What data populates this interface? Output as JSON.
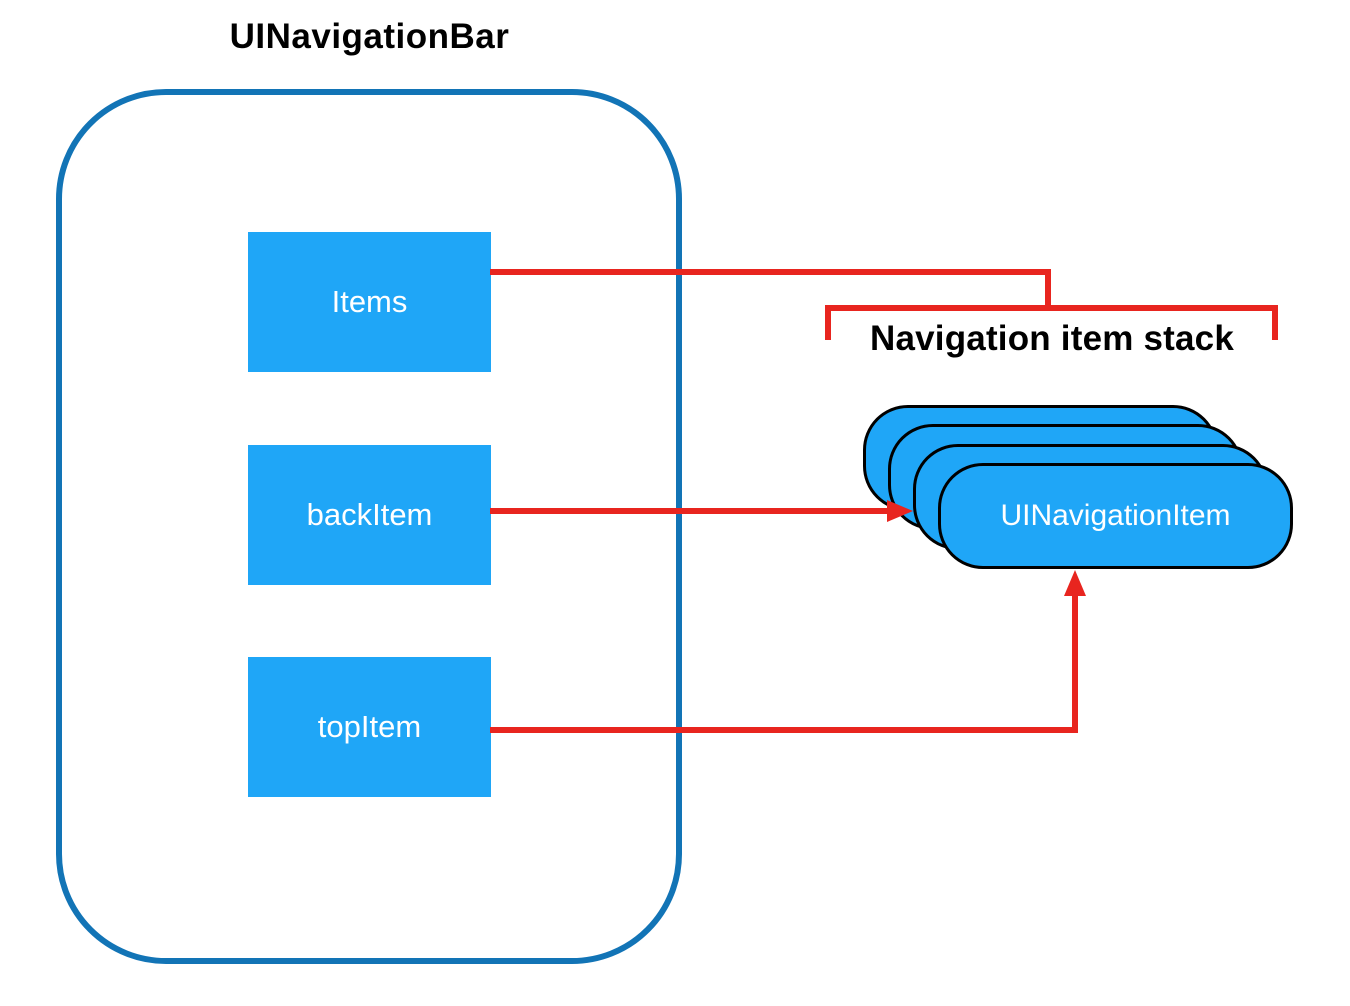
{
  "diagram": {
    "title": "UINavigationBar",
    "stack_label": "Navigation item stack",
    "bar_properties": [
      {
        "label": "Items"
      },
      {
        "label": "backItem"
      },
      {
        "label": "topItem"
      }
    ],
    "stack_card_label": "UINavigationItem",
    "stack_card_count": 4,
    "connections": [
      {
        "from": "Items",
        "to": "Navigation item stack"
      },
      {
        "from": "backItem",
        "to": "UINavigationItem"
      },
      {
        "from": "topItem",
        "to": "UINavigationItem"
      }
    ],
    "colors": {
      "background": "#ffffff",
      "box_fill": "#1FA6F7",
      "container_border": "#1274B6",
      "connector_red": "#E8251F",
      "card_border": "#000000",
      "label_text": "#ffffff",
      "title_text": "#000000"
    }
  }
}
